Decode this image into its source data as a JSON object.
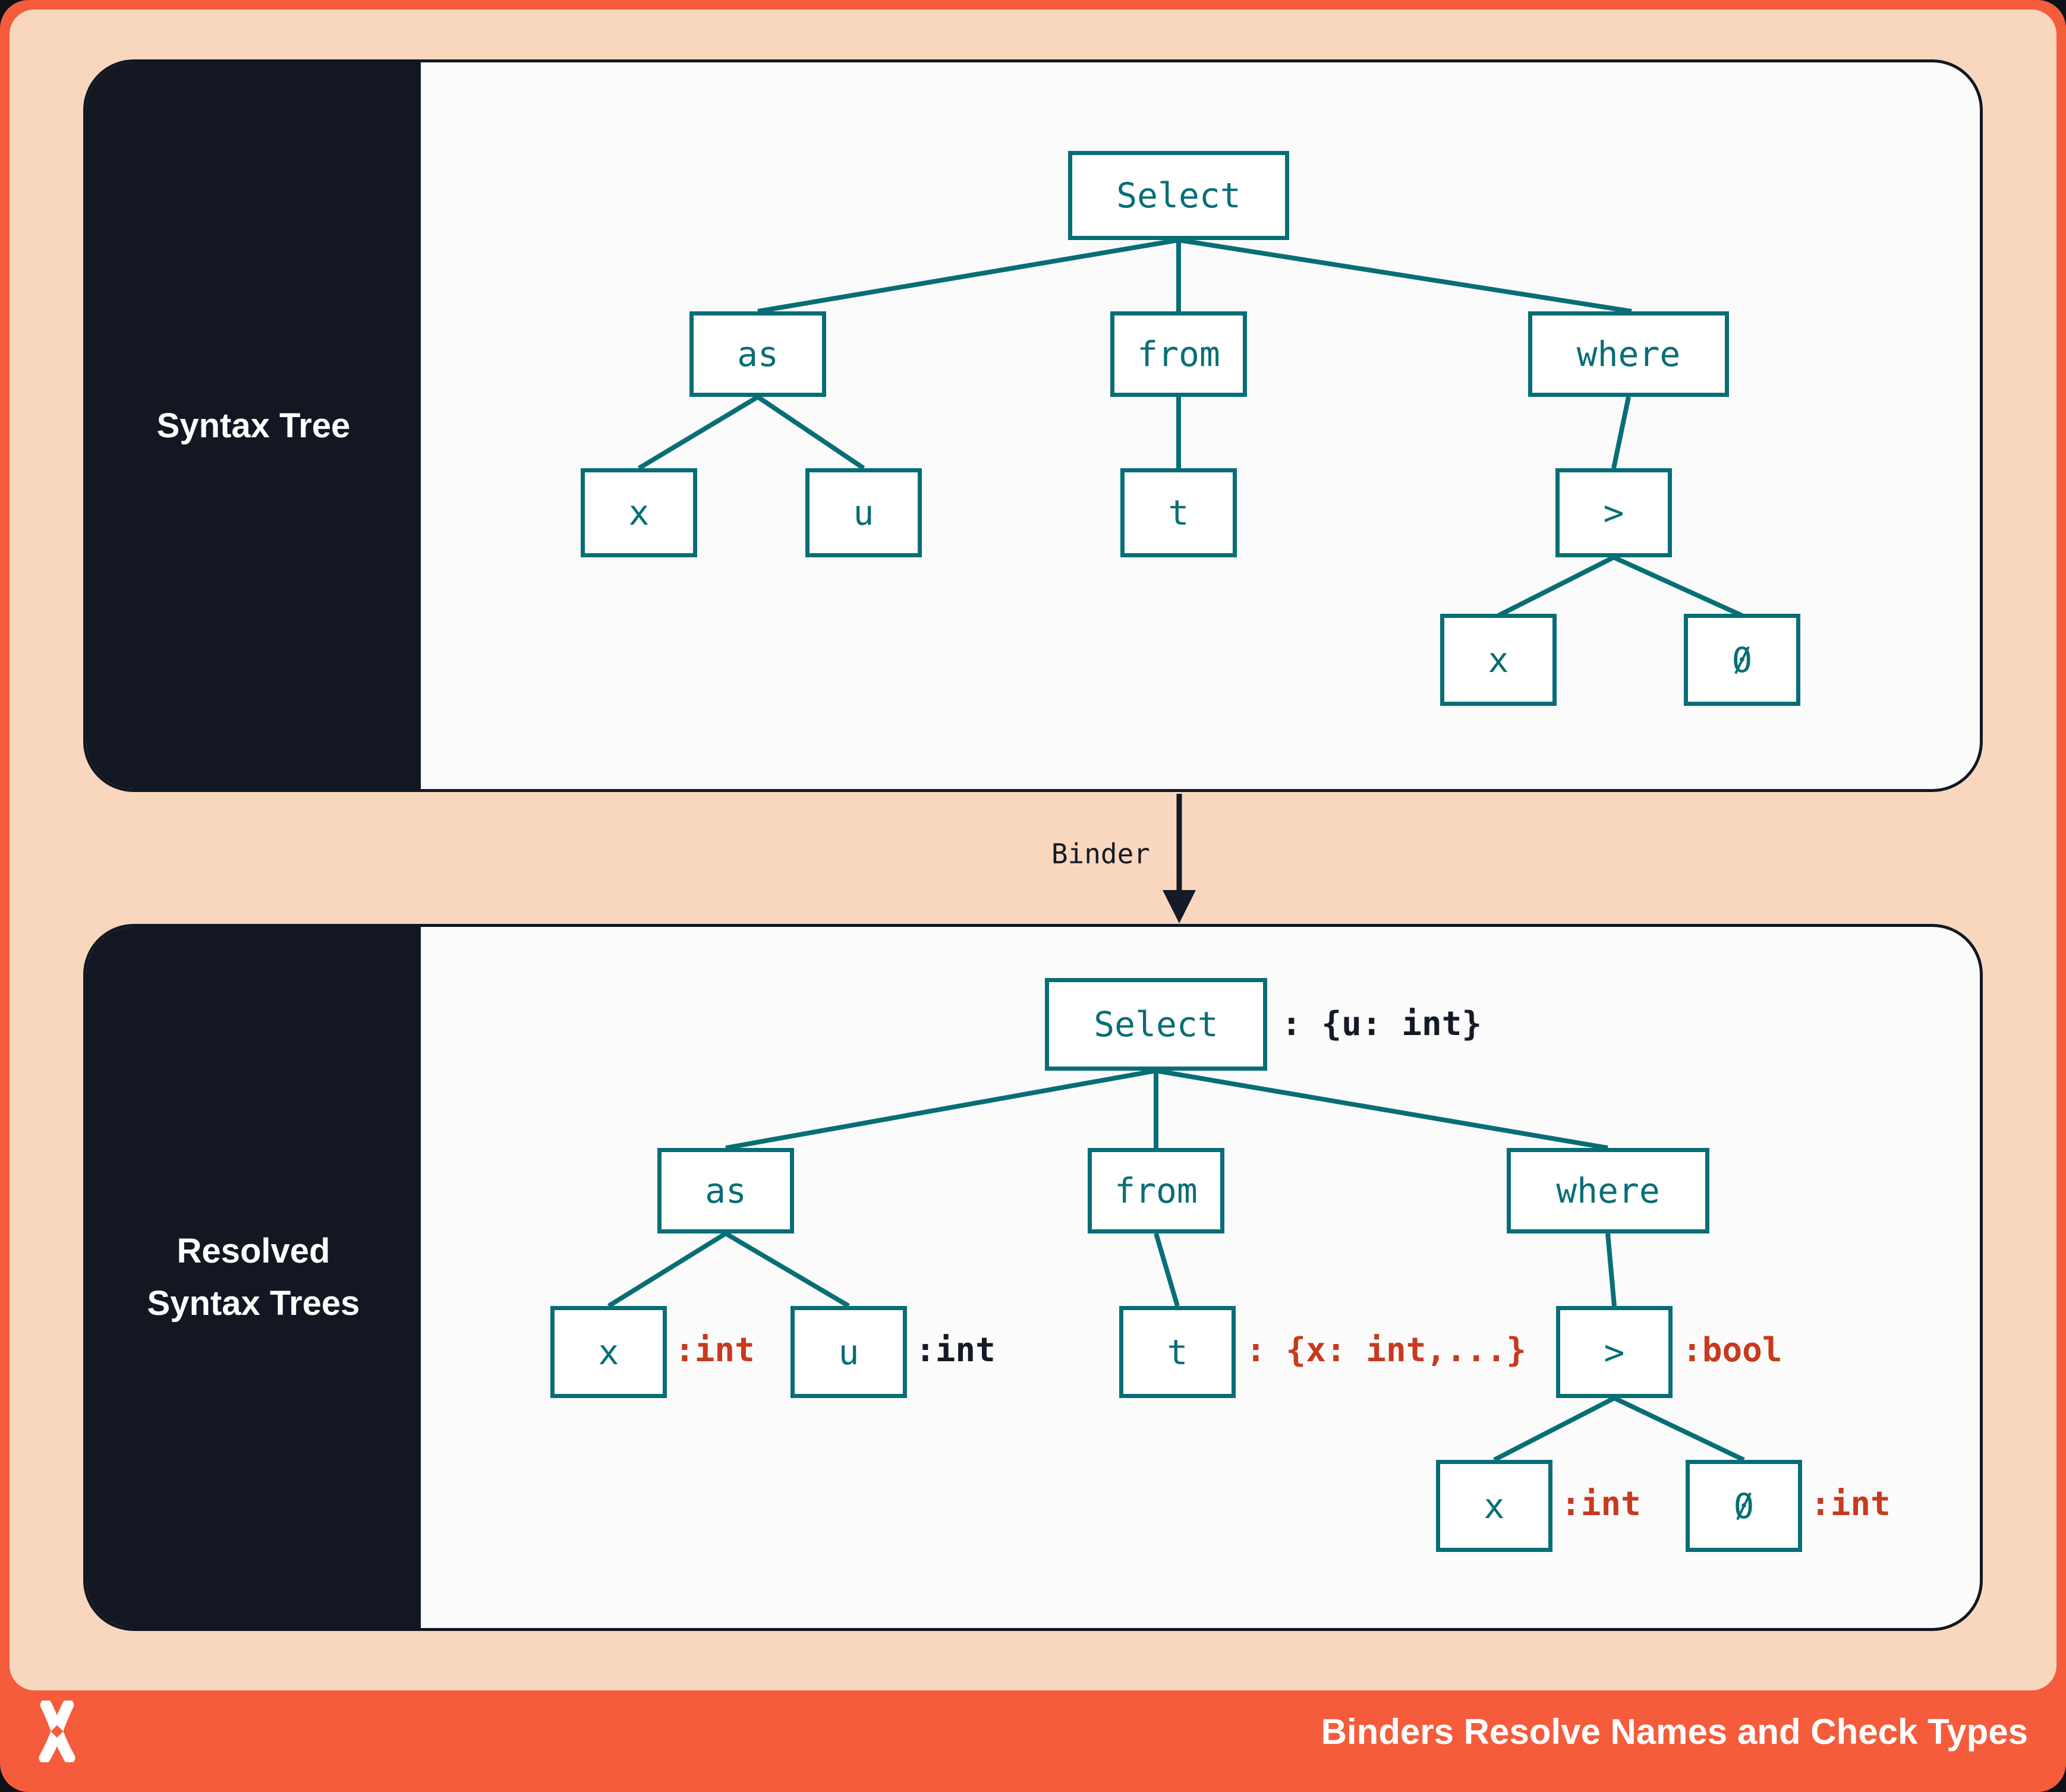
{
  "syntax_panel": {
    "label": "Syntax Tree"
  },
  "resolved_panel": {
    "label_line1": "Resolved",
    "label_line2": "Syntax Trees"
  },
  "binder": {
    "label": "Binder"
  },
  "footer": {
    "title": "Binders Resolve Names and Check Types",
    "logo": "x-mark-logo"
  },
  "colors": {
    "coral": "#f55c3c",
    "peach": "#f8d7be",
    "navy": "#121722",
    "panel_background": "#fbfbfb",
    "node_teal": "#086e76",
    "type_red": "#c83a1e",
    "type_navy": "#141a26",
    "text_white": "#ffffff"
  },
  "syntax_tree": {
    "select": "Select",
    "as": "as",
    "from": "from",
    "where": "where",
    "x1": "x",
    "u": "u",
    "t": "t",
    "gt": ">",
    "x2": "x",
    "zero": "0"
  },
  "resolved_tree": {
    "select": "Select",
    "select_type": ": {u: int}",
    "as": "as",
    "from": "from",
    "where": "where",
    "x1": "x",
    "x1_type": ":int",
    "u": "u",
    "u_type": ":int",
    "t": "t",
    "t_type": ": {x: int,...}",
    "gt": ">",
    "gt_type": ":bool",
    "x2": "x",
    "x2_type": ":int",
    "zero": "0",
    "zero_type": ":int"
  }
}
